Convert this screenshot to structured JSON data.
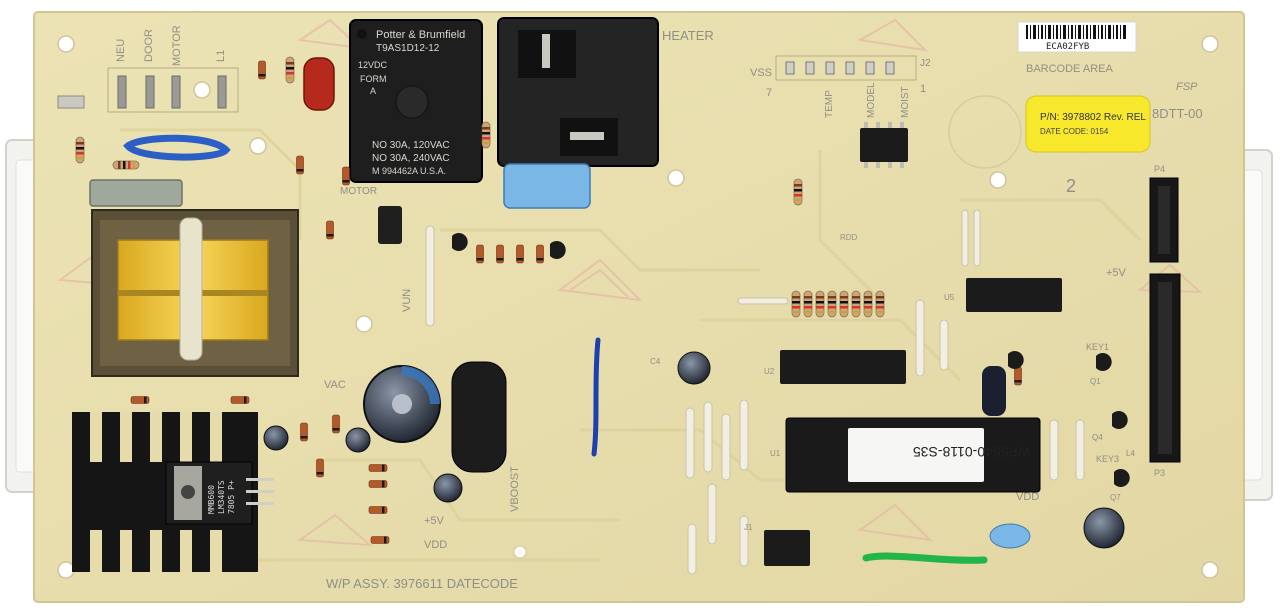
{
  "board": {
    "relay_brand": "Potter & Brumfield",
    "relay_model": "T9AS1D12-12",
    "relay_voltage": "12VDC",
    "relay_form": "FORM",
    "relay_form_letter": "A",
    "relay_rating_1": "NO 30A, 120VAC",
    "relay_rating_2": "NO 30A, 240VAC",
    "relay_part": "M 994462A U.S.A.",
    "barcode_text": "ECA02FYB",
    "barcode_area_label": "BARCODE AREA",
    "yellow_label_pn": "P/N: 3978802  Rev. REL",
    "yellow_label_date": "DATE CODE: 0154",
    "chip_label": "WP5540-0118-S35",
    "regulator_text_1": "MMB600",
    "regulator_text_2": "LM340TS",
    "regulator_text_3": "7805 P+",
    "assy_text": "W/P ASSY. 3976611  DATECODE",
    "silk": {
      "heater": "HEATER",
      "neu": "NEU",
      "door": "DOOR",
      "motor_top": "MOTOR",
      "l1": "L1",
      "vss": "VSS",
      "temp": "TEMP",
      "model": "MODEL",
      "moist": "MOIST",
      "motor_mid": "MOTOR",
      "vac": "VAC",
      "plus5v": "+5V",
      "vdd_left": "VDD",
      "vboost": "VBOOST",
      "vdd_right": "VDD",
      "plus5v_right": "+5V",
      "key1": "KEY1",
      "key3": "KEY3",
      "fsp": "FSP",
      "board_code": "8DTT-00",
      "digit_2": "2",
      "digit_7": "7",
      "digit_1": "1",
      "j2": "J2",
      "p4": "P4",
      "p3": "P3",
      "j1": "J1",
      "l4": "L4",
      "vun": "VUN",
      "rdd": "RDD",
      "q1": "Q1",
      "q4": "Q4",
      "q7": "Q7",
      "u1": "U1",
      "u2": "U2",
      "u5": "U5",
      "c4": "C4"
    },
    "colors": {
      "board": "#e9dfae",
      "board_edge": "#d9cf9c",
      "relay": "#1e1e1e",
      "transformer_coil": "#f0c43a",
      "transformer_frame": "#4b4230",
      "yellow_label": "#f7e82b",
      "heatsink": "#161616",
      "wire_blue": "#1d3fb0",
      "wire_green": "#22b548",
      "cap_blue": "#7ab6e6"
    }
  }
}
